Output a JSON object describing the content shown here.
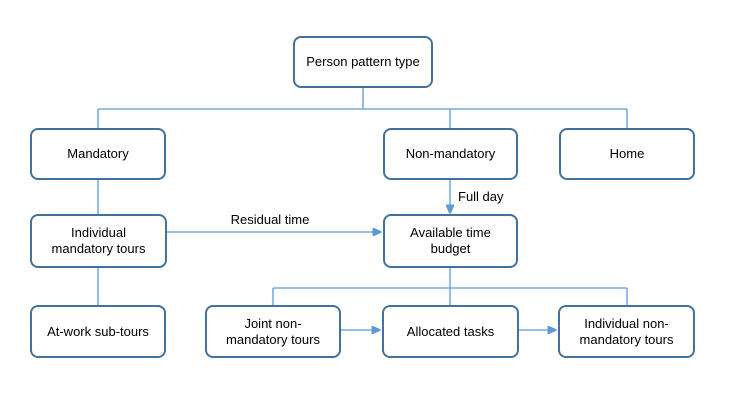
{
  "diagram": {
    "type": "flowchart",
    "colors": {
      "box_border": "#41719C",
      "connector_line": "#5B9BD5",
      "box_fill": "#FFFFFF",
      "text": "#000000",
      "background": "#FFFFFF"
    },
    "nodes": {
      "person_pattern_type": {
        "label": "Person pattern type"
      },
      "mandatory": {
        "label": "Mandatory"
      },
      "non_mandatory": {
        "label": "Non-mandatory"
      },
      "home": {
        "label": "Home"
      },
      "individual_mandatory_tours": {
        "label": "Individual mandatory tours"
      },
      "available_time_budget": {
        "label": "Available time budget"
      },
      "at_work_sub_tours": {
        "label": "At-work sub-tours"
      },
      "joint_non_mandatory_tours": {
        "label": "Joint non-mandatory tours"
      },
      "allocated_tasks": {
        "label": "Allocated tasks"
      },
      "individual_non_mandatory_tours": {
        "label": "Individual non-mandatory tours"
      }
    },
    "edges": [
      {
        "from": "person_pattern_type",
        "to": "mandatory",
        "arrow": false,
        "label": ""
      },
      {
        "from": "person_pattern_type",
        "to": "non_mandatory",
        "arrow": false,
        "label": ""
      },
      {
        "from": "person_pattern_type",
        "to": "home",
        "arrow": false,
        "label": ""
      },
      {
        "from": "mandatory",
        "to": "individual_mandatory_tours",
        "arrow": false,
        "label": ""
      },
      {
        "from": "individual_mandatory_tours",
        "to": "at_work_sub_tours",
        "arrow": false,
        "label": ""
      },
      {
        "from": "individual_mandatory_tours",
        "to": "available_time_budget",
        "arrow": true,
        "label": "Residual time"
      },
      {
        "from": "non_mandatory",
        "to": "available_time_budget",
        "arrow": true,
        "label": "Full day"
      },
      {
        "from": "available_time_budget",
        "to": "joint_non_mandatory_tours",
        "arrow": false,
        "label": ""
      },
      {
        "from": "available_time_budget",
        "to": "allocated_tasks",
        "arrow": false,
        "label": ""
      },
      {
        "from": "available_time_budget",
        "to": "individual_non_mandatory_tours",
        "arrow": false,
        "label": ""
      },
      {
        "from": "joint_non_mandatory_tours",
        "to": "allocated_tasks",
        "arrow": true,
        "label": ""
      },
      {
        "from": "allocated_tasks",
        "to": "individual_non_mandatory_tours",
        "arrow": true,
        "label": ""
      }
    ]
  }
}
